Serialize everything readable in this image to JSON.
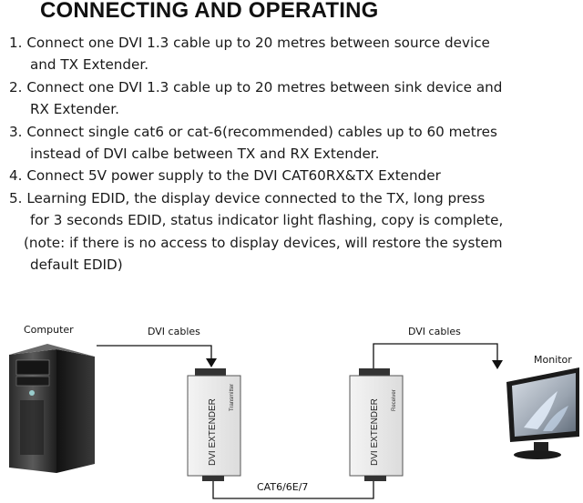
{
  "heading": "CONNECTING AND OPERATING",
  "steps": [
    [
      "1. Connect one DVI 1.3 cable up to 20 metres between source device",
      "and TX Extender."
    ],
    [
      "2. Connect one DVI 1.3 cable up to 20 metres between sink device and",
      "RX Extender."
    ],
    [
      "3. Connect single cat6 or cat-6(recommended) cables up to 60 metres",
      "instead of DVI  calbe between TX and RX Extender."
    ],
    [
      "4. Connect 5V power supply to the DVI CAT60RX&TX Extender"
    ],
    [
      "5. Learning EDID, the display device connected to the TX, long press",
      "for 3 seconds EDID, status indicator light flashing, copy is complete,"
    ]
  ],
  "note": [
    "(note: if there is no access to display devices, will  restore the system",
    "default EDID)"
  ],
  "diagram": {
    "computer_label": "Computer",
    "dvi_cables_left": "DVI cables",
    "dvi_cables_right": "DVI cables",
    "monitor_label": "Monitor",
    "tx_box_text": "DVI EXTENDER",
    "tx_side_text": "Transmitter",
    "rx_box_text": "DVI EXTENDER",
    "rx_side_text": "Receiver",
    "cat_label": "CAT6/6E/7"
  }
}
